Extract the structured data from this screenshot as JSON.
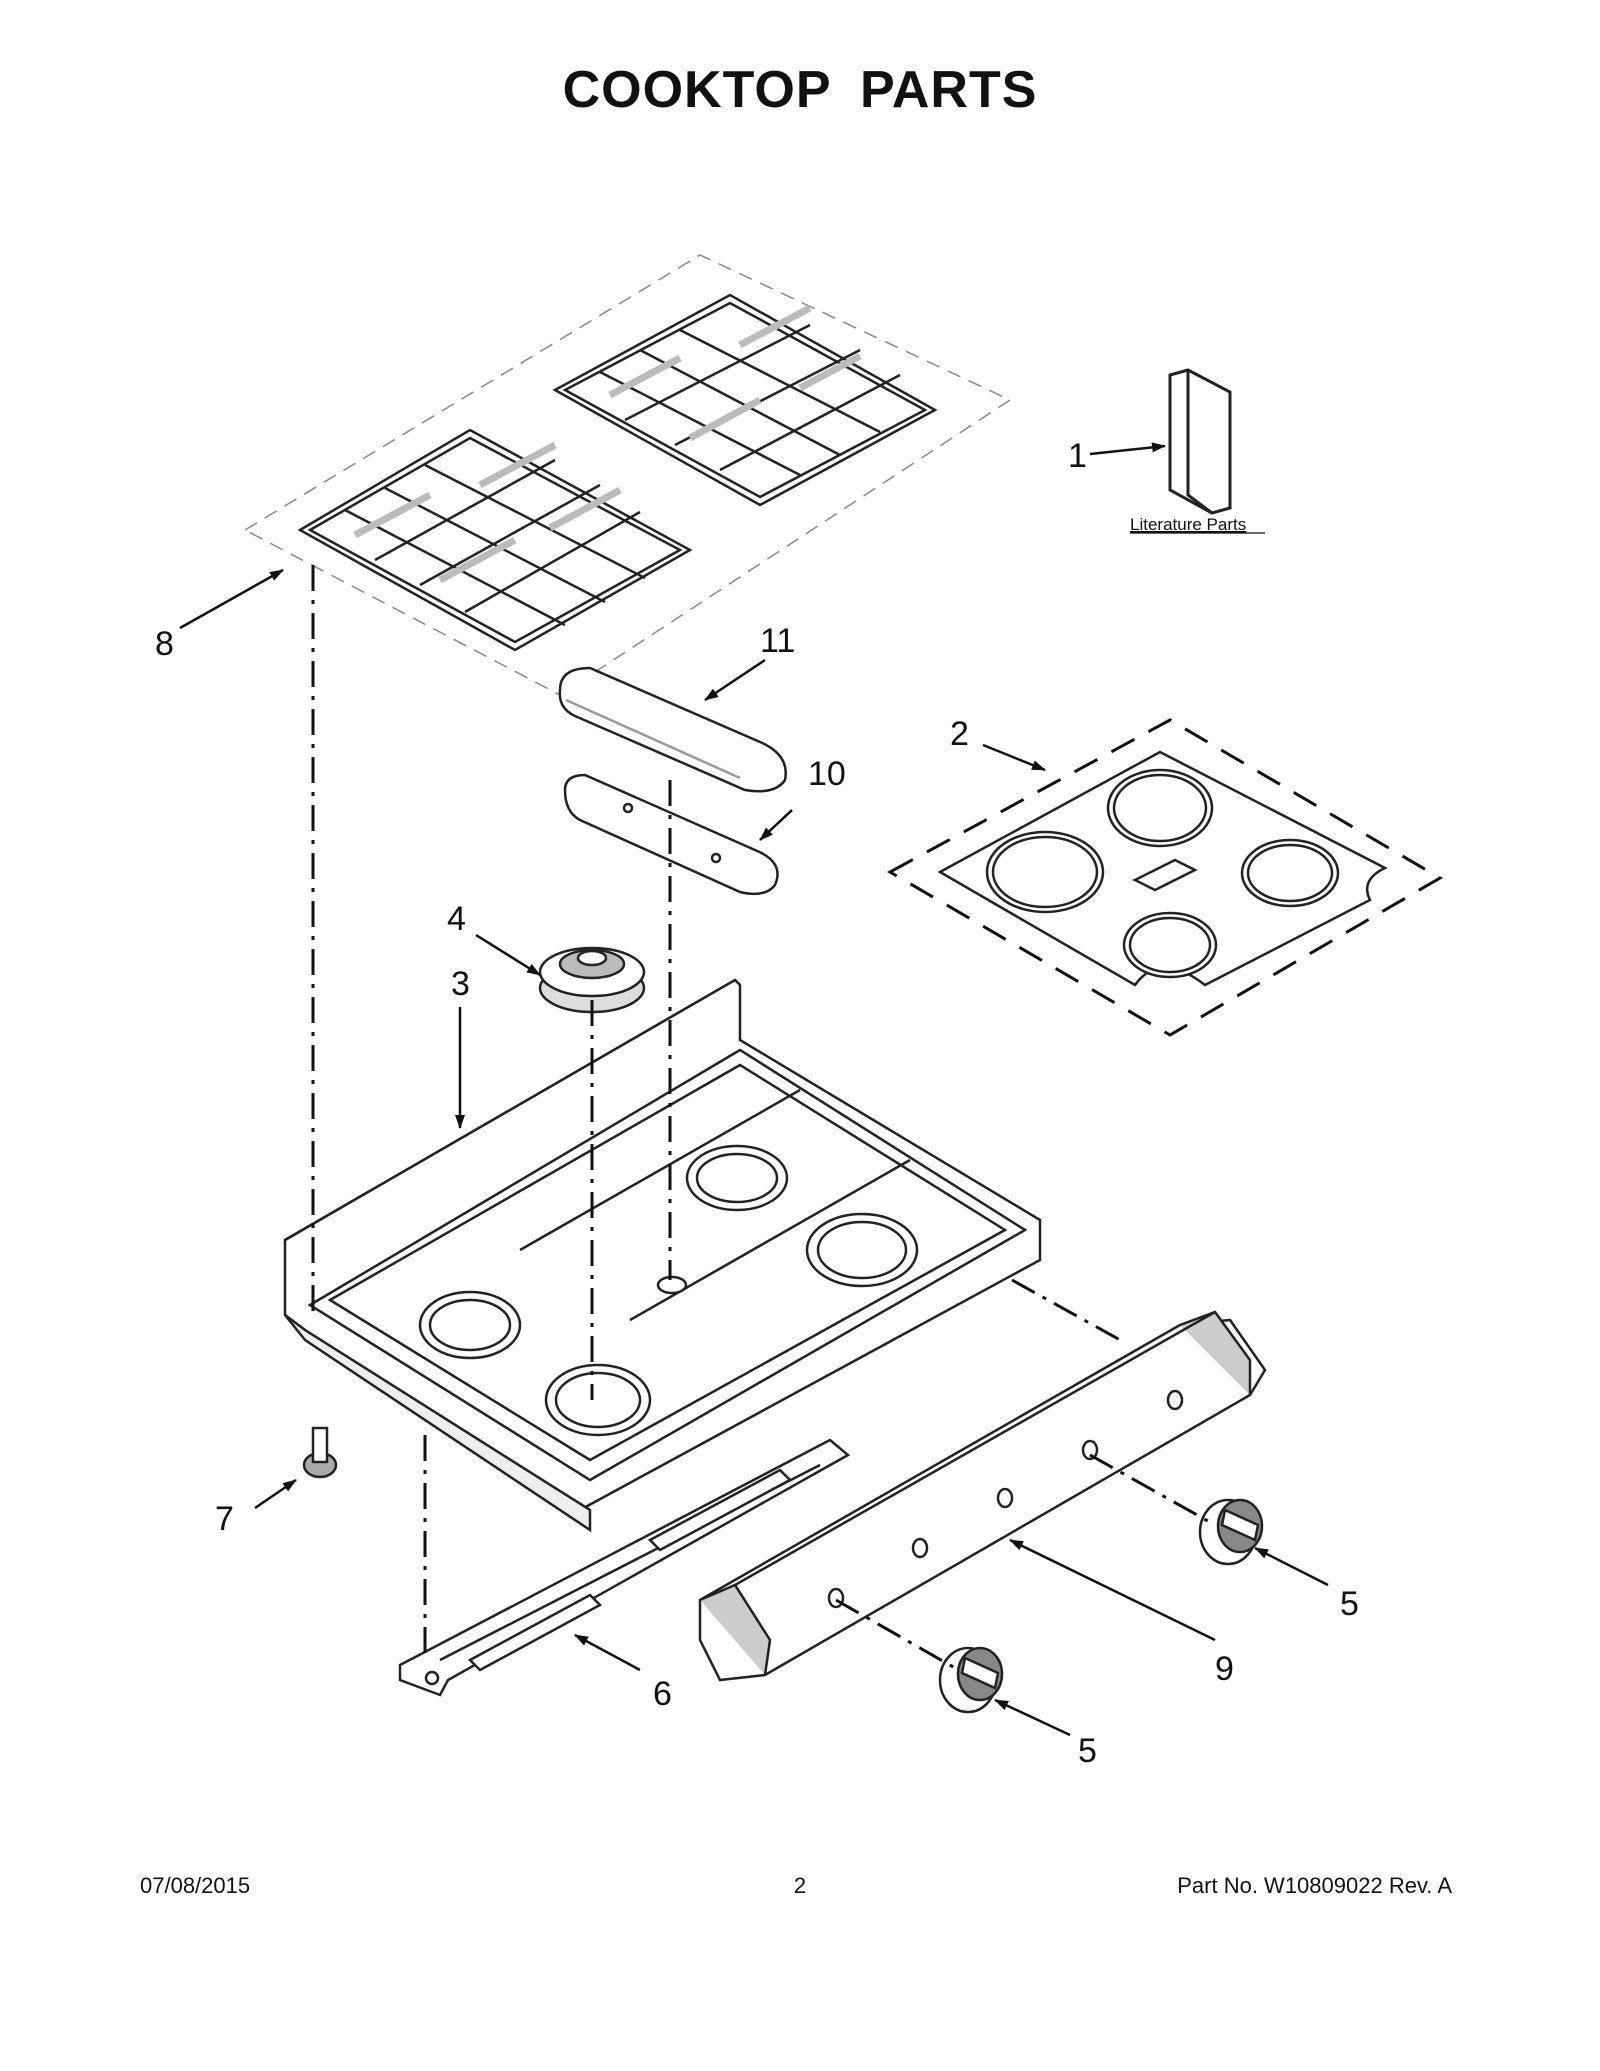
{
  "title": "COOKTOP  PARTS",
  "literature_label": "Literature Parts",
  "callouts": {
    "c1": "1",
    "c2": "2",
    "c3": "3",
    "c4": "4",
    "c5a": "5",
    "c5b": "5",
    "c6": "6",
    "c7": "7",
    "c8": "8",
    "c9": "9",
    "c10": "10",
    "c11": "11"
  },
  "footer": {
    "date": "07/08/2015",
    "page": "2",
    "part_no": "Part No.  W10809022  Rev.  A"
  }
}
